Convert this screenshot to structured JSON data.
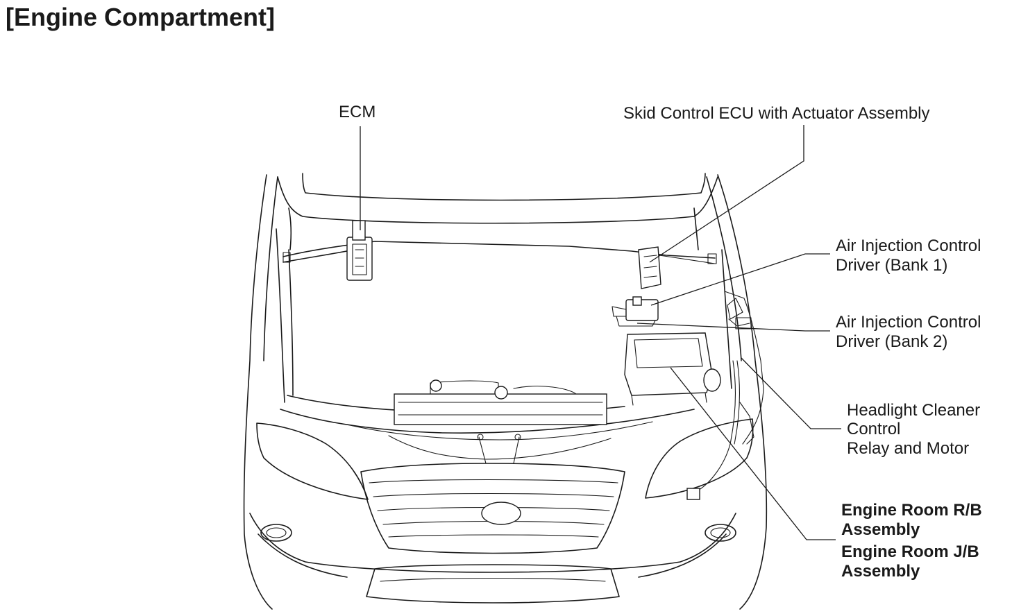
{
  "title": "[Engine Compartment]",
  "labels": {
    "ecm": "ECM",
    "skid_control": "Skid Control ECU with Actuator Assembly",
    "air_injection_bank1_line1": "Air Injection Control",
    "air_injection_bank1_line2": "Driver (Bank 1)",
    "air_injection_bank2_line1": "Air Injection Control",
    "air_injection_bank2_line2": "Driver (Bank 2)",
    "headlight_cleaner_line1": "Headlight Cleaner",
    "headlight_cleaner_line2": "Control",
    "headlight_cleaner_line3": "Relay and Motor",
    "engine_room_rb_line1": "Engine Room R/B",
    "engine_room_rb_line2": "Assembly",
    "engine_room_jb_line1": "Engine Room J/B",
    "engine_room_jb_line2": "Assembly"
  }
}
